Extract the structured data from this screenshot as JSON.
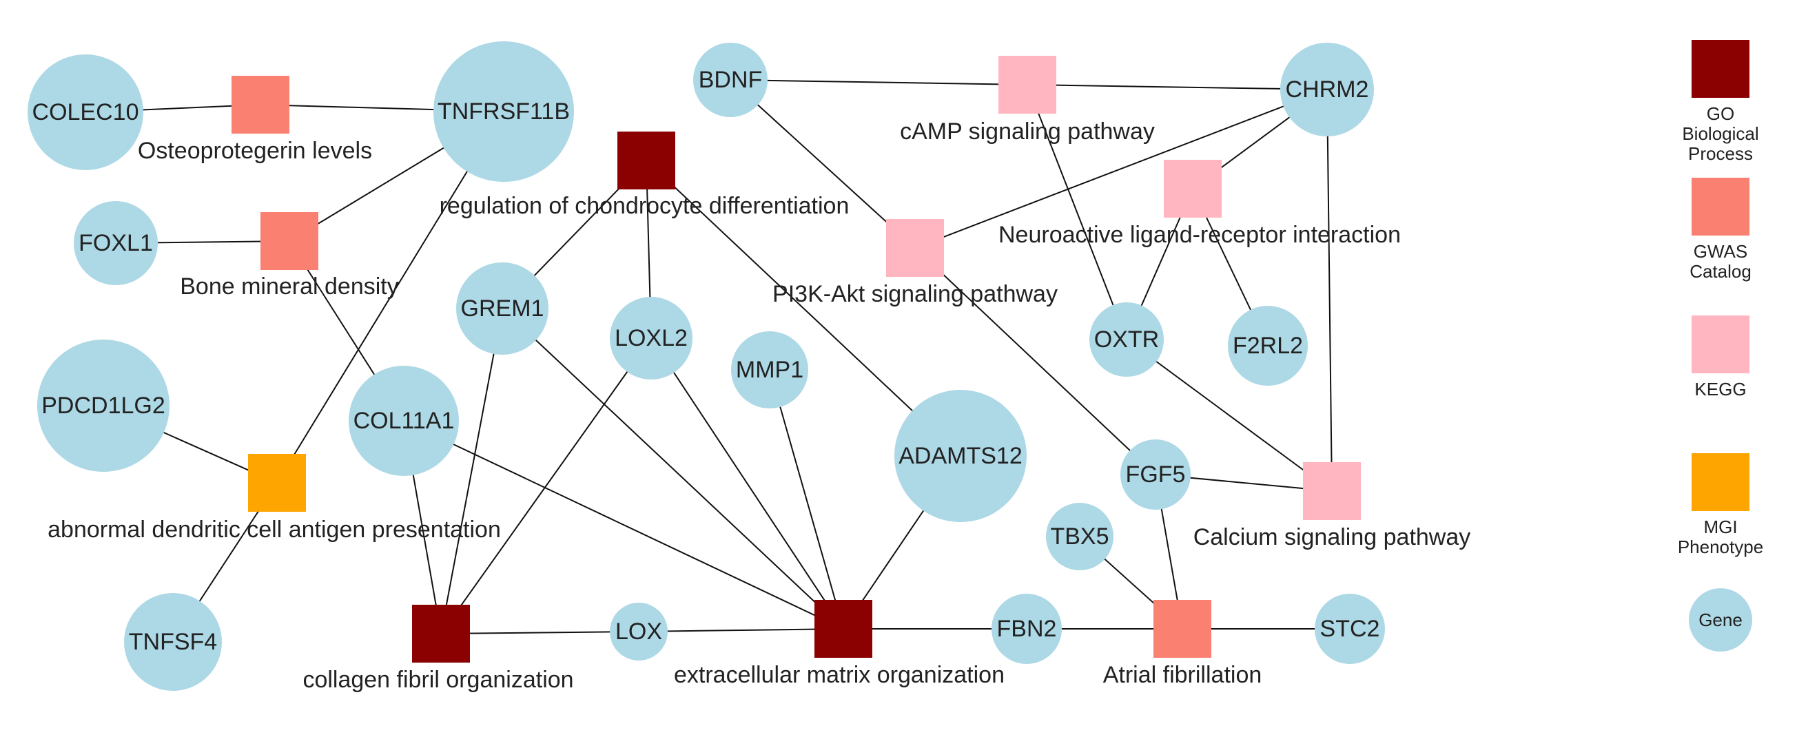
{
  "colors": {
    "go": "#8b0000",
    "gwas": "#fa8072",
    "kegg": "#ffb6c1",
    "mgi": "#ffa500",
    "gene": "#add8e6",
    "edge": "#111111",
    "text": "#222222"
  },
  "genes": [
    {
      "id": "COLEC10",
      "label": "COLEC10"
    },
    {
      "id": "TNFRSF11B",
      "label": "TNFRSF11B"
    },
    {
      "id": "FOXL1",
      "label": "FOXL1"
    },
    {
      "id": "PDCD1LG2",
      "label": "PDCD1LG2"
    },
    {
      "id": "COL11A1",
      "label": "COL11A1"
    },
    {
      "id": "TNFSF4",
      "label": "TNFSF4"
    },
    {
      "id": "GREM1",
      "label": "GREM1"
    },
    {
      "id": "LOXL2",
      "label": "LOXL2"
    },
    {
      "id": "MMP1",
      "label": "MMP1"
    },
    {
      "id": "ADAMTS12",
      "label": "ADAMTS12"
    },
    {
      "id": "LOX",
      "label": "LOX"
    },
    {
      "id": "BDNF",
      "label": "BDNF"
    },
    {
      "id": "CHRM2",
      "label": "CHRM2"
    },
    {
      "id": "OXTR",
      "label": "OXTR"
    },
    {
      "id": "F2RL2",
      "label": "F2RL2"
    },
    {
      "id": "FGF5",
      "label": "FGF5"
    },
    {
      "id": "TBX5",
      "label": "TBX5"
    },
    {
      "id": "FBN2",
      "label": "FBN2"
    },
    {
      "id": "STC2",
      "label": "STC2"
    }
  ],
  "terms": [
    {
      "id": "osteoprotegerin",
      "label": "Osteoprotegerin levels",
      "category": "gwas"
    },
    {
      "id": "bmd",
      "label": "Bone mineral density",
      "category": "gwas"
    },
    {
      "id": "chondro",
      "label": "regulation of chondrocyte differentiation",
      "category": "go"
    },
    {
      "id": "dendritic",
      "label": "abnormal dendritic cell antigen presentation",
      "category": "mgi"
    },
    {
      "id": "collagen",
      "label": "collagen fibril organization",
      "category": "go"
    },
    {
      "id": "ecm",
      "label": "extracellular matrix organization",
      "category": "go"
    },
    {
      "id": "camp",
      "label": "cAMP signaling pathway",
      "category": "kegg"
    },
    {
      "id": "pi3k",
      "label": "PI3K-Akt signaling pathway",
      "category": "kegg"
    },
    {
      "id": "neuro",
      "label": "Neuroactive ligand-receptor interaction",
      "category": "kegg"
    },
    {
      "id": "calcium",
      "label": "Calcium signaling pathway",
      "category": "kegg"
    },
    {
      "id": "afib",
      "label": "Atrial fibrillation",
      "category": "gwas"
    }
  ],
  "edges": [
    [
      "COLEC10",
      "osteoprotegerin"
    ],
    [
      "osteoprotegerin",
      "TNFRSF11B"
    ],
    [
      "FOXL1",
      "bmd"
    ],
    [
      "bmd",
      "TNFRSF11B"
    ],
    [
      "bmd",
      "COL11A1"
    ],
    [
      "TNFRSF11B",
      "dendritic"
    ],
    [
      "PDCD1LG2",
      "dendritic"
    ],
    [
      "dendritic",
      "TNFSF4"
    ],
    [
      "chondro",
      "GREM1"
    ],
    [
      "chondro",
      "LOXL2"
    ],
    [
      "chondro",
      "ADAMTS12"
    ],
    [
      "COL11A1",
      "collagen"
    ],
    [
      "GREM1",
      "collagen"
    ],
    [
      "LOXL2",
      "collagen"
    ],
    [
      "collagen",
      "LOX"
    ],
    [
      "LOX",
      "ecm"
    ],
    [
      "GREM1",
      "ecm"
    ],
    [
      "LOXL2",
      "ecm"
    ],
    [
      "MMP1",
      "ecm"
    ],
    [
      "ADAMTS12",
      "ecm"
    ],
    [
      "COL11A1",
      "ecm"
    ],
    [
      "ecm",
      "FBN2"
    ],
    [
      "FBN2",
      "afib"
    ],
    [
      "afib",
      "STC2"
    ],
    [
      "TBX5",
      "afib"
    ],
    [
      "FGF5",
      "afib"
    ],
    [
      "BDNF",
      "camp"
    ],
    [
      "camp",
      "CHRM2"
    ],
    [
      "BDNF",
      "pi3k"
    ],
    [
      "pi3k",
      "CHRM2"
    ],
    [
      "pi3k",
      "FGF5"
    ],
    [
      "camp",
      "OXTR"
    ],
    [
      "CHRM2",
      "neuro"
    ],
    [
      "neuro",
      "OXTR"
    ],
    [
      "neuro",
      "F2RL2"
    ],
    [
      "CHRM2",
      "calcium"
    ],
    [
      "OXTR",
      "calcium"
    ],
    [
      "FGF5",
      "calcium"
    ]
  ],
  "legend": [
    {
      "id": "go",
      "label": "GO Biological Process",
      "lines": [
        "GO",
        "Biological",
        "Process"
      ],
      "shape": "square"
    },
    {
      "id": "gwas",
      "label": "GWAS Catalog",
      "lines": [
        "GWAS",
        "Catalog"
      ],
      "shape": "square"
    },
    {
      "id": "kegg",
      "label": "KEGG",
      "lines": [
        "KEGG"
      ],
      "shape": "square"
    },
    {
      "id": "mgi",
      "label": "MGI Phenotype",
      "lines": [
        "MGI",
        "Phenotype"
      ],
      "shape": "square"
    },
    {
      "id": "gene",
      "label": "Gene",
      "lines": [
        "Gene"
      ],
      "shape": "circle"
    }
  ]
}
